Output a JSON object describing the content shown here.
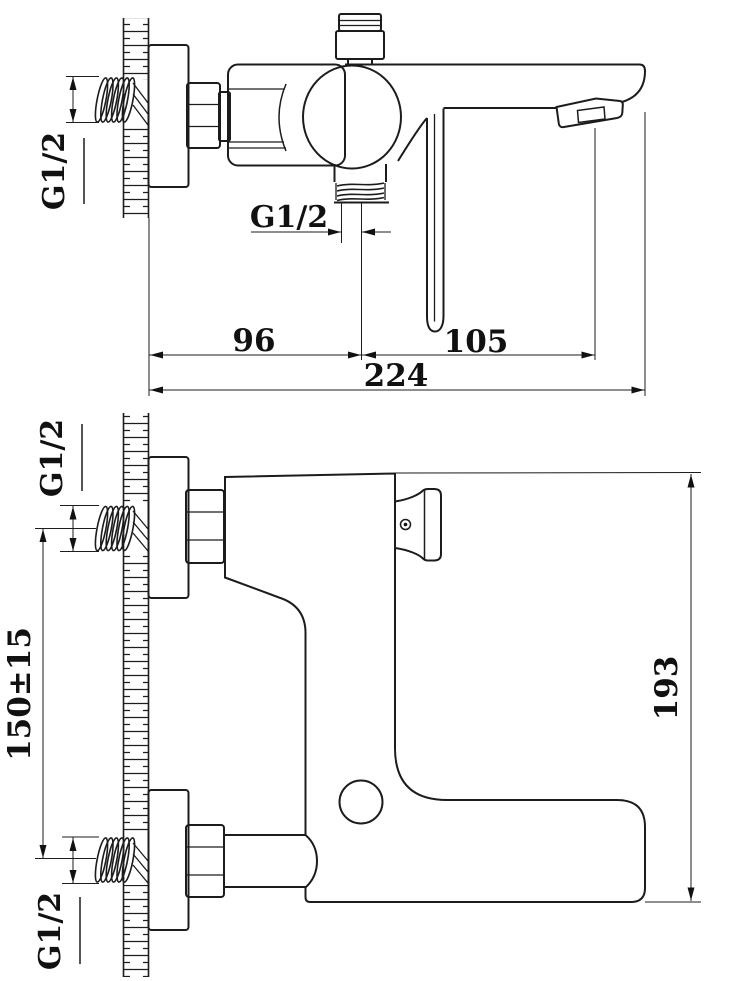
{
  "drawing": {
    "type": "technical-drawing",
    "subject": "wall-mounted bath mixer faucet, two orthographic views",
    "colors": {
      "line": "#1c1c1c",
      "background": "#ffffff",
      "text": "#111111"
    },
    "top_view": {
      "wall_inlet_thread": "G1/2",
      "shower_outlet_thread": "G1/2",
      "wall_to_outlet_axis_mm": "96",
      "outlet_axis_to_spout_tip_mm": "105",
      "total_reach_mm": "224"
    },
    "bottom_view": {
      "upper_inlet_thread": "G1/2",
      "lower_inlet_thread": "G1/2",
      "inlet_spacing_mm": "150±15",
      "overall_height_mm": "193"
    }
  }
}
